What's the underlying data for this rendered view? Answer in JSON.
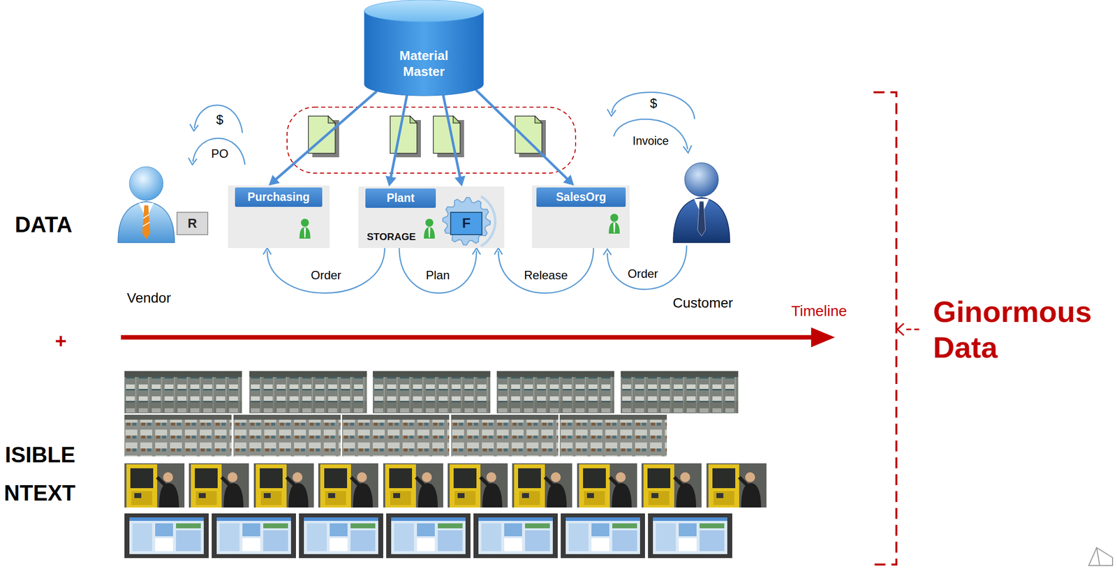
{
  "diagram": {
    "nodes": [
      {
        "text": [
          "Material Master"
        ]
      },
      {
        "text": [
          "R"
        ]
      },
      {
        "text": [
          "Purchasing"
        ]
      },
      {
        "text": [
          "Plant",
          "STORAGE"
        ]
      },
      {
        "text": [
          "F"
        ],
        "in": 3
      },
      {
        "text": [
          "SalesOrg"
        ]
      }
    ],
    "edges": [
      {
        "from": 0,
        "to": 2,
        "arrow": "to"
      },
      {
        "from": 0,
        "to": 3,
        "arrow": "to"
      },
      {
        "from": 0,
        "to": 3,
        "arrow": "to"
      },
      {
        "from": 0,
        "to": 5,
        "arrow": "to"
      },
      {
        "from": 3,
        "to": 2,
        "label": "Order",
        "arrow": "to"
      },
      {
        "from": 3,
        "to": 3,
        "label": "Plan",
        "arrow": "to"
      },
      {
        "from": 5,
        "to": 3,
        "label": "Release",
        "arrow": "to"
      }
    ],
    "labels": [
      "DATA",
      "+",
      "ISIBLE",
      "NTEXT",
      "$",
      "PO",
      "Vendor",
      "$",
      "Invoice",
      "Customer",
      "Order",
      "Timeline",
      "Ginormous Data"
    ]
  }
}
